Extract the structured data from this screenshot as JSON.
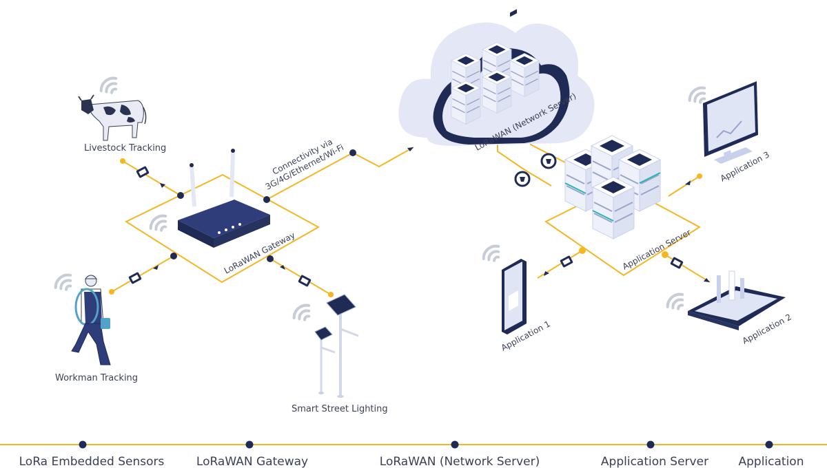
{
  "colors": {
    "accent": "#f5b622",
    "navy": "#1f2a55",
    "navy_light": "#2f3d7a",
    "cloud": "#e4e8f6",
    "cloud_shade": "#c9d0ec",
    "wifi": "#c7ccd9",
    "screen": "#dfe5f5"
  },
  "sensors": {
    "livestock": "Livestock Tracking",
    "workman": "Workman Tracking",
    "street": "Smart Street Lighting"
  },
  "gateway": {
    "label": "LoRaWAN Gateway",
    "connectivity_line1": "Connectivity via",
    "connectivity_line2": "3G/4G/Ethernet/Wi-Fi"
  },
  "network_server": {
    "label": "LoRaWAN (Network Server)"
  },
  "application_server": {
    "label": "Application Server"
  },
  "applications": {
    "app1": "Application 1",
    "app2": "Application 2",
    "app3": "Application 3"
  },
  "footer": {
    "stages": [
      "LoRa Embedded Sensors",
      "LoRaWAN Gateway",
      "LoRaWAN (Network Server)",
      "Application Server",
      "Application"
    ]
  }
}
